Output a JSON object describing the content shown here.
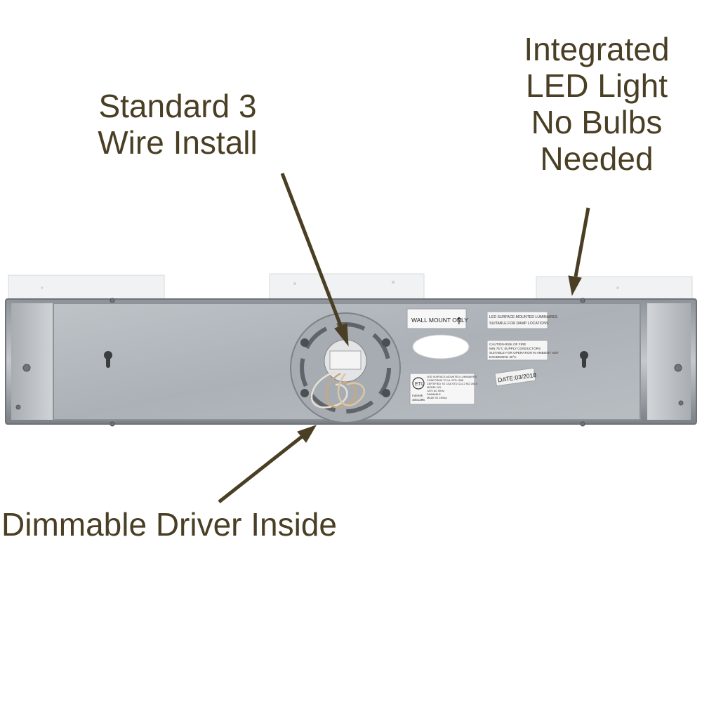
{
  "callouts": {
    "standard_wire": {
      "line1": "Standard 3",
      "line2": "Wire Install"
    },
    "integrated_led": {
      "line1": "Integrated",
      "line2": "LED Light",
      "line3": "No Bulbs",
      "line4": "Needed"
    },
    "dimmable_driver": {
      "line1": "Dimmable Driver Inside"
    }
  },
  "labels": {
    "wall_mount": "WALL MOUNT ONLY",
    "date": "DATE:03/2018",
    "damp_location_1": "LED SURFACE-MOUNTED LUMINAIRES",
    "damp_location_2": "SUITABLE FOR DAMP LOCATIONS",
    "caution_1": "CAUTION-RISK OF FIRE",
    "caution_2": "MIN 75°C SUPPLY CONDUCTORS",
    "caution_3": "SUITABLE FOR OPERATION IN AMBIENT NOT",
    "caution_4": "EXCEEDING 40°C",
    "spec_1": "LED SURFACE-MOUNTED LUMINAIRES",
    "spec_2": "CONFORMS TO UL STD 1598",
    "spec_3": "CERTIFIED TO CSA STD C22.2 NO 250.0",
    "spec_4": "MODEL NO.",
    "spec_5": "120V AC 50Hz",
    "spec_6": "DIMMABLE",
    "spec_7": "MADE IN CHINA",
    "etl_brand": "Intertek",
    "etl_number": "4001296"
  },
  "colors": {
    "callout_text": "#4a3f24",
    "arrow": "#4a3f24",
    "plate": "#b4b9bf",
    "frame": "#9fa4aa"
  }
}
